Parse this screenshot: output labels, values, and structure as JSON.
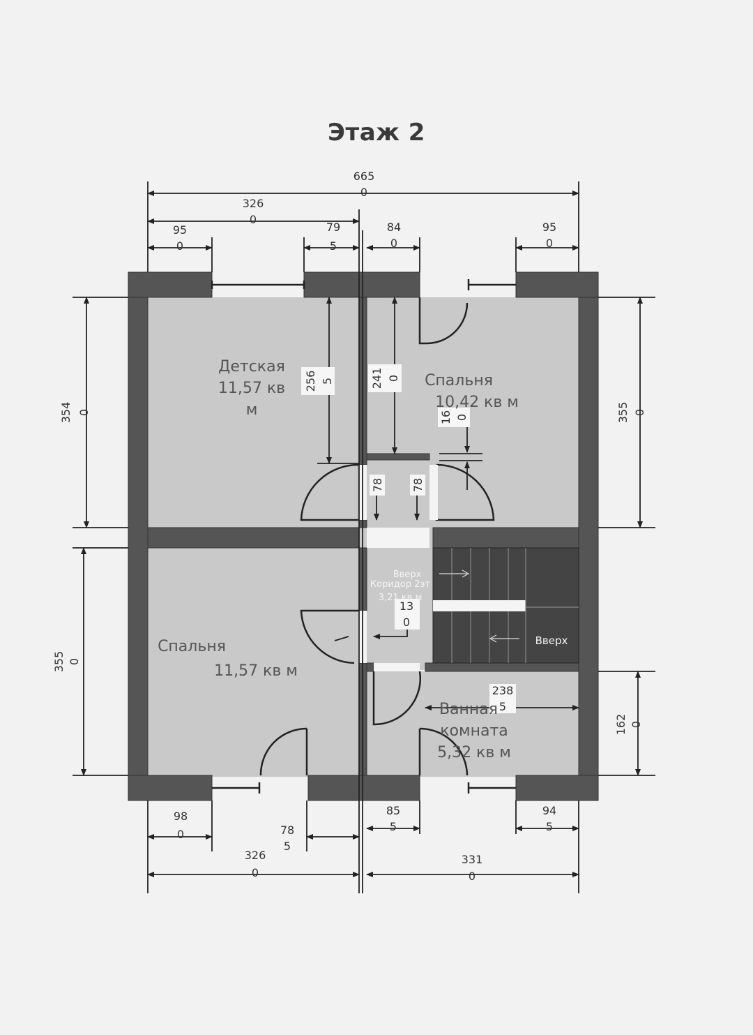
{
  "title": "Этаж 2",
  "rooms": {
    "kids": {
      "name": "Детская",
      "area1": "11,57 кв",
      "area2": "м"
    },
    "bedroom_top": {
      "name": "Спальня",
      "area": "10,42 кв м"
    },
    "bedroom_bottom": {
      "name": "Спальня",
      "area": "11,57 кв м"
    },
    "corridor": {
      "name": "Коридор 2эт",
      "area": "3,21 кв м"
    },
    "bathroom": {
      "name1": "Ванная",
      "name2": "комната",
      "area": "5,32 кв м"
    }
  },
  "stairs": {
    "label_up1": "Вверх",
    "label_up2": "Вверх"
  },
  "dimensions": {
    "top_total": [
      "665",
      "0"
    ],
    "top_left": [
      "326",
      "0"
    ],
    "top_a": [
      "95",
      "0"
    ],
    "top_b": [
      "79",
      "5"
    ],
    "top_c": [
      "84",
      "0"
    ],
    "top_d": [
      "95",
      "0"
    ],
    "left_top": [
      "354",
      "0"
    ],
    "left_bottom": [
      "355",
      "0"
    ],
    "right_top": [
      "355",
      "0"
    ],
    "right_bottom": [
      "162",
      "0"
    ],
    "kids_h": [
      "256",
      "5"
    ],
    "bed_h": [
      "241",
      "0"
    ],
    "wall_16": [
      "16",
      "0"
    ],
    "door_78a": [
      "78"
    ],
    "door_78b": [
      "78"
    ],
    "corr_13": [
      "13",
      "0"
    ],
    "bath_w": [
      "238",
      "5"
    ],
    "bot_a": [
      "98",
      "0"
    ],
    "bot_b": [
      "78",
      "5"
    ],
    "bot_c": [
      "85",
      "5"
    ],
    "bot_d": [
      "94",
      "5"
    ],
    "bot_left": [
      "326",
      "0"
    ],
    "bot_right": [
      "331",
      "0"
    ]
  },
  "colors": {
    "wall": "#555555",
    "floor": "#c9c9c9",
    "line": "#222222"
  }
}
